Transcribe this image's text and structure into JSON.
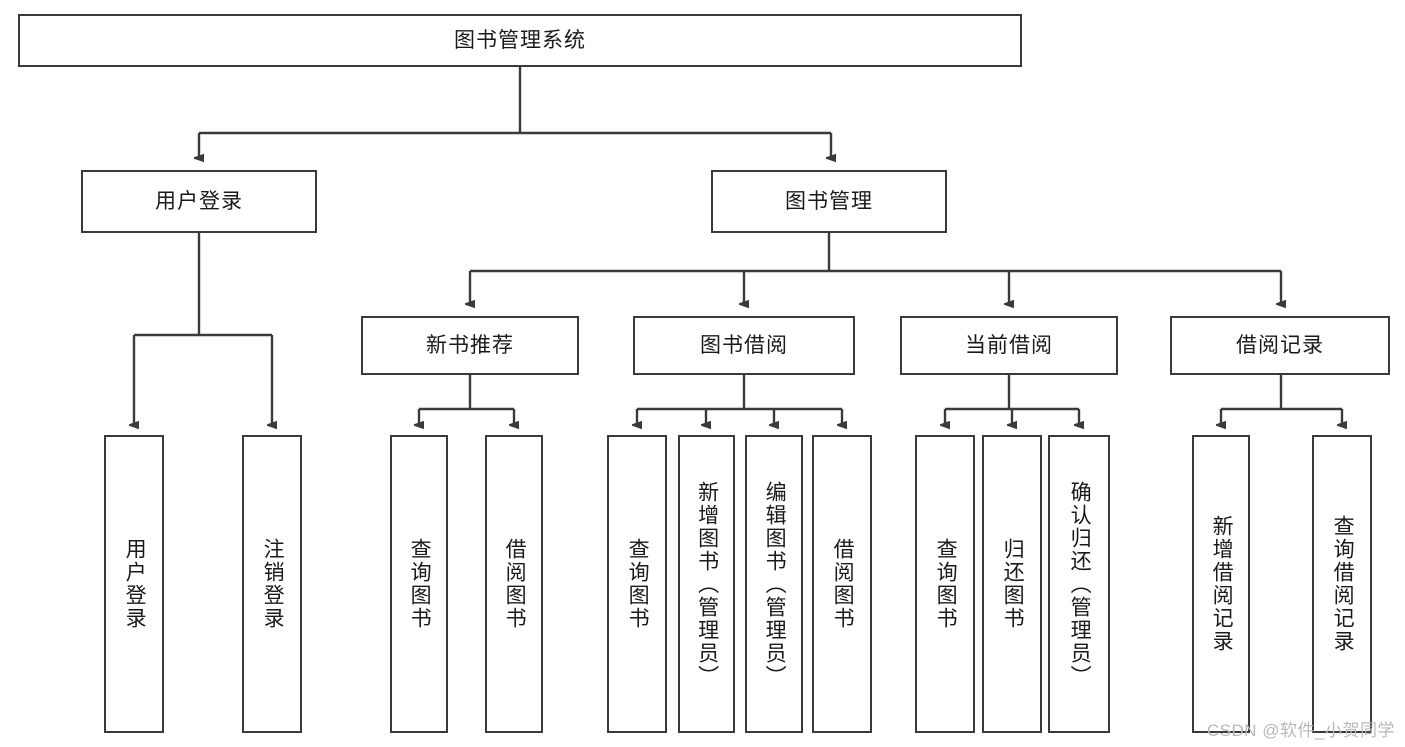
{
  "diagram": {
    "title": "图书管理系统",
    "style": {
      "line_color": "#3a3a3a",
      "box_fill": "#ffffff",
      "text_color": "#1a1a1a",
      "watermark_color": "#b9b9b9"
    },
    "root": {
      "label": "图书管理系统"
    },
    "level2": [
      {
        "id": "user-login",
        "label": "用户登录"
      },
      {
        "id": "book-management",
        "label": "图书管理"
      }
    ],
    "level3": [
      {
        "id": "new-book-recommend",
        "label": "新书推荐"
      },
      {
        "id": "book-borrow",
        "label": "图书借阅"
      },
      {
        "id": "current-borrow",
        "label": "当前借阅"
      },
      {
        "id": "borrow-record",
        "label": "借阅记录"
      }
    ],
    "leaves": [
      {
        "id": "leaf-user-login",
        "label": "用户登录",
        "parent": "user-login"
      },
      {
        "id": "leaf-logout-login",
        "label": "注销登录",
        "parent": "user-login"
      },
      {
        "id": "leaf-query-book-1",
        "label": "查询图书",
        "parent": "new-book-recommend"
      },
      {
        "id": "leaf-borrow-book-1",
        "label": "借阅图书",
        "parent": "new-book-recommend"
      },
      {
        "id": "leaf-query-book-2",
        "label": "查询图书",
        "parent": "book-borrow"
      },
      {
        "id": "leaf-add-book",
        "label": "新增图书（管理员）",
        "parent": "book-borrow"
      },
      {
        "id": "leaf-edit-book",
        "label": "编辑图书（管理员）",
        "parent": "book-borrow"
      },
      {
        "id": "leaf-borrow-book-2",
        "label": "借阅图书",
        "parent": "book-borrow"
      },
      {
        "id": "leaf-query-book-3",
        "label": "查询图书",
        "parent": "current-borrow"
      },
      {
        "id": "leaf-return-book",
        "label": "归还图书",
        "parent": "current-borrow"
      },
      {
        "id": "leaf-confirm-return",
        "label": "确认归还（管理员）",
        "parent": "current-borrow"
      },
      {
        "id": "leaf-add-record",
        "label": "新增借阅记录",
        "parent": "borrow-record"
      },
      {
        "id": "leaf-query-record",
        "label": "查询借阅记录",
        "parent": "borrow-record"
      }
    ],
    "watermark": "CSDN @软件_小贺同学"
  }
}
